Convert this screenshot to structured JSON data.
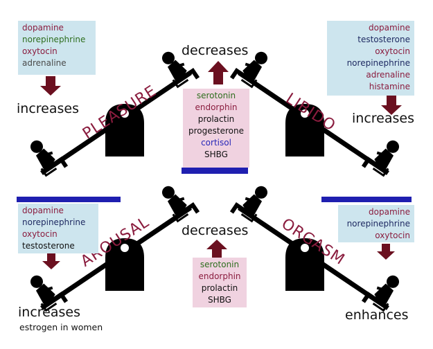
{
  "quadrants": {
    "pleasure": {
      "label": "PLEASURE",
      "increase_word": "increases",
      "increase_items": [
        {
          "text": "dopamine",
          "color": "#8a1c3e"
        },
        {
          "text": "norepinephrine",
          "color": "#2e6e1e"
        },
        {
          "text": "oxytocin",
          "color": "#8a1c3e"
        },
        {
          "text": "adrenaline",
          "color": "#4a4a4a"
        }
      ]
    },
    "libido": {
      "label": "LIBIDO",
      "increase_word": "increases",
      "increase_items": [
        {
          "text": "dopamine",
          "color": "#8a1c3e"
        },
        {
          "text": "testosterone",
          "color": "#1e2a62"
        },
        {
          "text": "oxytocin",
          "color": "#8a1c3e"
        },
        {
          "text": "norepinephrine",
          "color": "#1e2a62"
        },
        {
          "text": "adrenaline",
          "color": "#8a1c3e"
        },
        {
          "text": "histamine",
          "color": "#8a1c3e"
        }
      ]
    },
    "arousal": {
      "label": "AROUSAL",
      "increase_word": "increases",
      "note": "estrogen in women",
      "increase_items": [
        {
          "text": "dopamine",
          "color": "#8a1c3e"
        },
        {
          "text": "norepinephrine",
          "color": "#1e2a62"
        },
        {
          "text": "oxytocin",
          "color": "#8a1c3e"
        },
        {
          "text": "testosterone",
          "color": "#111111"
        }
      ]
    },
    "orgasm": {
      "label": "ORGASM",
      "increase_word": "enhances",
      "increase_items": [
        {
          "text": "dopamine",
          "color": "#8a1c3e"
        },
        {
          "text": "norepinephrine",
          "color": "#1e2a62"
        },
        {
          "text": "oxytocin",
          "color": "#8a1c3e"
        }
      ]
    }
  },
  "top_center": {
    "decrease_word": "decreases",
    "decrease_items": [
      {
        "text": "serotonin",
        "color": "#2e6e1e"
      },
      {
        "text": "endorphin",
        "color": "#8a1c3e"
      },
      {
        "text": "prolactin",
        "color": "#111111"
      },
      {
        "text": "progesterone",
        "color": "#111111"
      },
      {
        "text": "cortisol",
        "color": "#2727b8"
      },
      {
        "text": "SHBG",
        "color": "#111111"
      }
    ]
  },
  "bottom_center": {
    "decrease_word": "decreases",
    "decrease_items": [
      {
        "text": "serotonin",
        "color": "#2e6e1e"
      },
      {
        "text": "endorphin",
        "color": "#8a1c3e"
      },
      {
        "text": "prolactin",
        "color": "#111111"
      },
      {
        "text": "SHBG",
        "color": "#111111"
      }
    ]
  },
  "colors": {
    "label": "#8a1c3e",
    "arrow": "#6b1020",
    "bar": "#1f1fb0",
    "blue_box": "#cde5ee",
    "pink_box": "#f0d2e0",
    "silhouette": "#000000"
  }
}
